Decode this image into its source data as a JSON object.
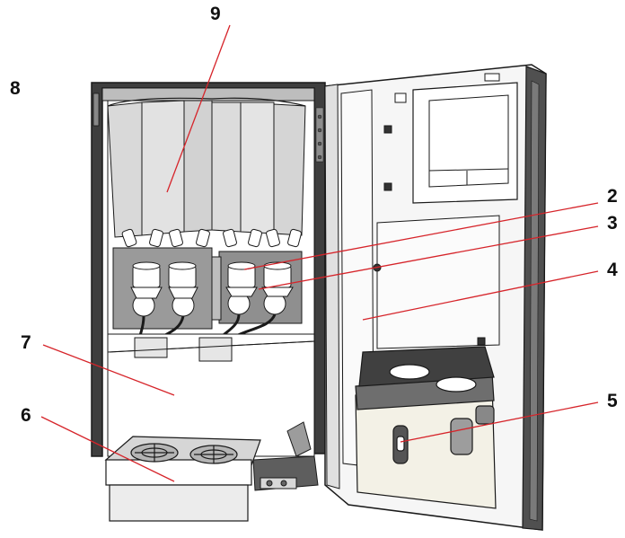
{
  "figure": {
    "callouts": [
      {
        "id": "c8",
        "label": "8"
      },
      {
        "id": "c9",
        "label": "9"
      },
      {
        "id": "c2",
        "label": "2"
      },
      {
        "id": "c3",
        "label": "3"
      },
      {
        "id": "c4",
        "label": "4"
      },
      {
        "id": "c7",
        "label": "7"
      },
      {
        "id": "c5",
        "label": "5"
      },
      {
        "id": "c6",
        "label": "6"
      }
    ],
    "colors": {
      "leader_line": "#d6242a",
      "outline": "#1a1a1a",
      "cabinet_side": "#4a4a4a",
      "canister": "#d9d9d9",
      "panel_gray": "#9a9a9a",
      "door_inner": "#f4f4f4",
      "bucket": "#f3f1e6"
    }
  }
}
